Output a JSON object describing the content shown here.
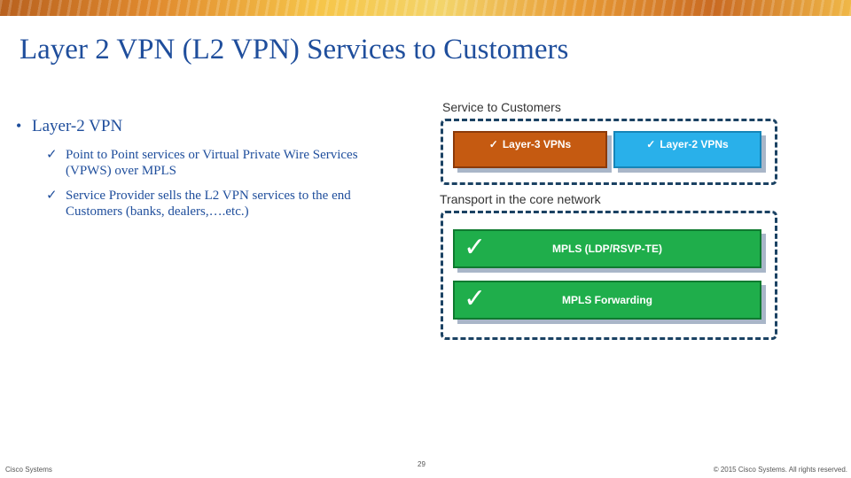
{
  "title": "Layer 2 VPN (L2 VPN) Services to Customers",
  "bullets": {
    "main": "Layer-2 VPN",
    "items": [
      "Point to Point services or  Virtual Private Wire Services (VPWS) over MPLS",
      "Service Provider sells the L2 VPN services    to the end Customers (banks, dealers,….etc.)"
    ]
  },
  "diagram": {
    "service_label": "Service to Customers",
    "transport_label": "Transport in the core network",
    "layer3": "Layer-3 VPNs",
    "layer2": "Layer-2 VPNs",
    "mpls_ldp": "MPLS (LDP/RSVP-TE)",
    "mpls_fwd": "MPLS Forwarding",
    "colors": {
      "layer3": "#c55a11",
      "layer2": "#29b0ea",
      "mpls": "#1fae4b",
      "dash": "#1b4263"
    }
  },
  "footer": {
    "left": "Cisco Systems",
    "page": "29",
    "right": "© 2015  Cisco Systems. All rights reserved."
  }
}
